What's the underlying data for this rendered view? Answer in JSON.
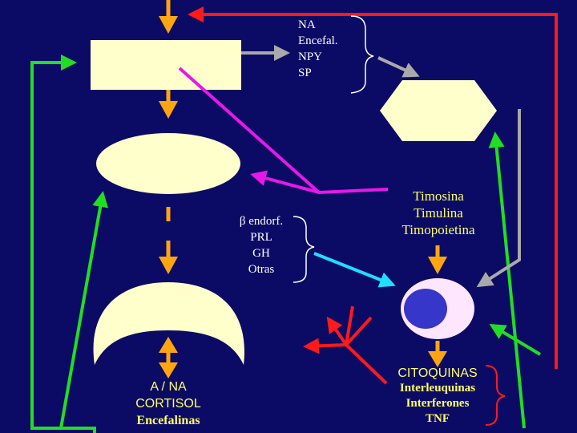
{
  "colors": {
    "background": "#0b0b66",
    "red": "#ff1a1a",
    "green": "#22dd22",
    "orange": "#ffa510",
    "gray": "#a9a9a9",
    "magenta": "#e818e8",
    "cyan": "#22ddff",
    "shape_fill": "#ffffcc",
    "cell_fill": "#ffe6ff",
    "nucleus_fill": "#3636c8",
    "text_white": "#ffffff",
    "text_yellow": "#ffff66"
  },
  "neuro_mediators": [
    "NA",
    "Encefal.",
    "NPY",
    "SP"
  ],
  "pituitary_hormones": [
    "β endorf.",
    "PRL",
    "GH",
    "Otras"
  ],
  "thymic_hormones": [
    "Timosina",
    "Timulina",
    "Timopoietina"
  ],
  "adrenal_outputs": [
    "A / NA",
    "CORTISOL",
    "Encefalinas"
  ],
  "immune_outputs": [
    "CITOQUINAS",
    "Interleuquinas",
    "Interferones",
    "TNF"
  ]
}
